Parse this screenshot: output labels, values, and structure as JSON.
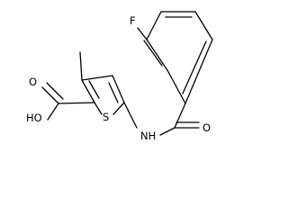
{
  "atoms": {
    "fluorine": "F",
    "hydroxyl": "HO",
    "acid_oxygen": "O",
    "amide_oxygen": "O",
    "sulfur": "S",
    "amine": "NH"
  },
  "colors": {
    "bond": "#000000",
    "background": "#ffffff"
  }
}
